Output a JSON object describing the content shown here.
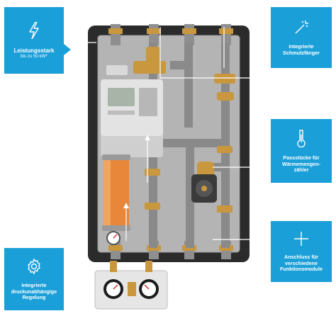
{
  "colors": {
    "accent": "#1a9fd9",
    "housing": "#2b2b2b",
    "backplate": "#b9b9b9",
    "pipe": "#8c8c8c",
    "brass": "#c9973e",
    "filter": "#e8873a",
    "callout_line": "#ffffff"
  },
  "features": {
    "power": {
      "icon": "lightning-icon",
      "label": "Leistungsstark",
      "sub": "bis zu 50 kW*"
    },
    "strainer": {
      "icon": "magic-wand-icon",
      "label": "Integrierte\nSchmutzfänger"
    },
    "meter": {
      "icon": "thermometer-icon",
      "label": "Passstücke für\nWärmemengen-\nzähler"
    },
    "modules": {
      "icon": "plus-icon",
      "label": "Anschluss für\nverschiedene\nFunktionsmodule"
    },
    "control": {
      "icon": "gear-icon",
      "label": "Integrierte\ndruckunabhängige\nRegelung"
    }
  }
}
